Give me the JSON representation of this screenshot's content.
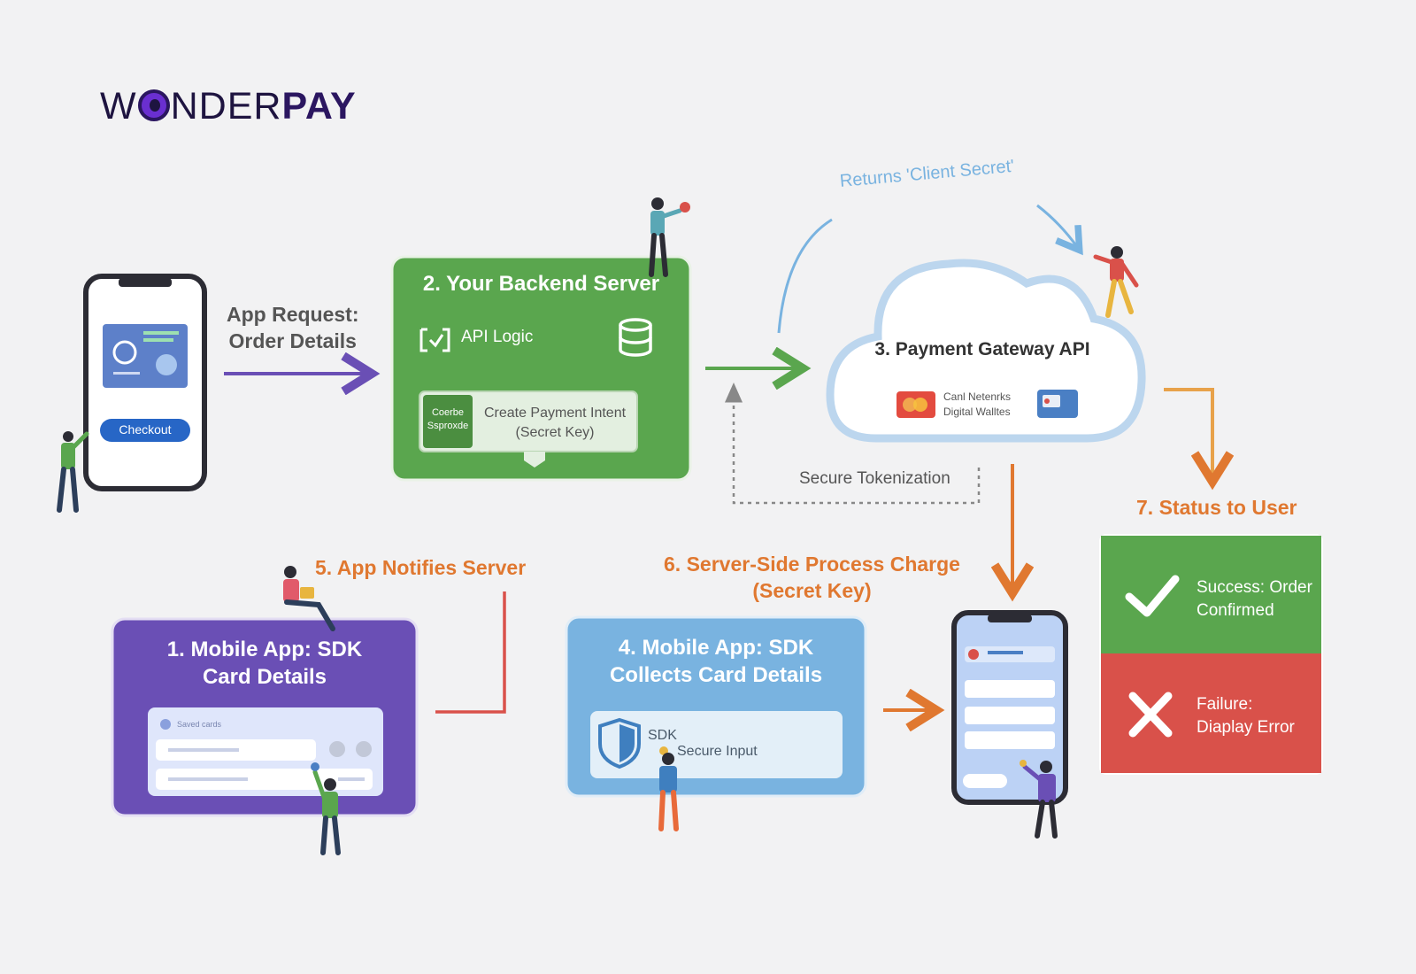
{
  "logo": {
    "part1": "W",
    "part2": "NDER",
    "part3": "PAY"
  },
  "steps": {
    "s1": {
      "title_line1": "1. Mobile App: SDK",
      "title_line2": "Card Details",
      "form_label": "Saved cards"
    },
    "s2": {
      "title": "2. Your Backend Server",
      "api_logic": "API Logic",
      "intent_line1": "Create Payment Intent",
      "intent_line2": "(Secret Key)",
      "badge_line1": "Coerbe",
      "badge_line2": "Ssproxde"
    },
    "s3": {
      "title": "3. Payment Gateway API",
      "networks_line1": "Canl Netenrks",
      "networks_line2": "Digital Walltes"
    },
    "s4": {
      "title_line1": "4. Mobile App: SDK",
      "title_line2": "Collects Card Details",
      "sdk_label": "SDK",
      "secure_input": "Secure Input"
    },
    "s5": {
      "title": "5. App Notifies Server"
    },
    "s6": {
      "title_line1": "6. Server-Side Process Charge",
      "title_line2": "(Secret Key)"
    },
    "s7": {
      "title": "7. Status to User",
      "success_line1": "Success: Order",
      "success_line2": "Confirmed",
      "failure_line1": "Failure:",
      "failure_line2": "Diaplay Error"
    }
  },
  "labels": {
    "app_request_line1": "App Request:",
    "app_request_line2": "Order Details",
    "client_secret": "Returns 'Client Secret'",
    "secure_tokenization": "Secure Tokenization",
    "checkout_button": "Checkout"
  },
  "colors": {
    "purple": "#6a4fb5",
    "green": "#5aa64e",
    "blue": "#79b3e0",
    "red": "#d9514a",
    "orange": "#e07830"
  }
}
